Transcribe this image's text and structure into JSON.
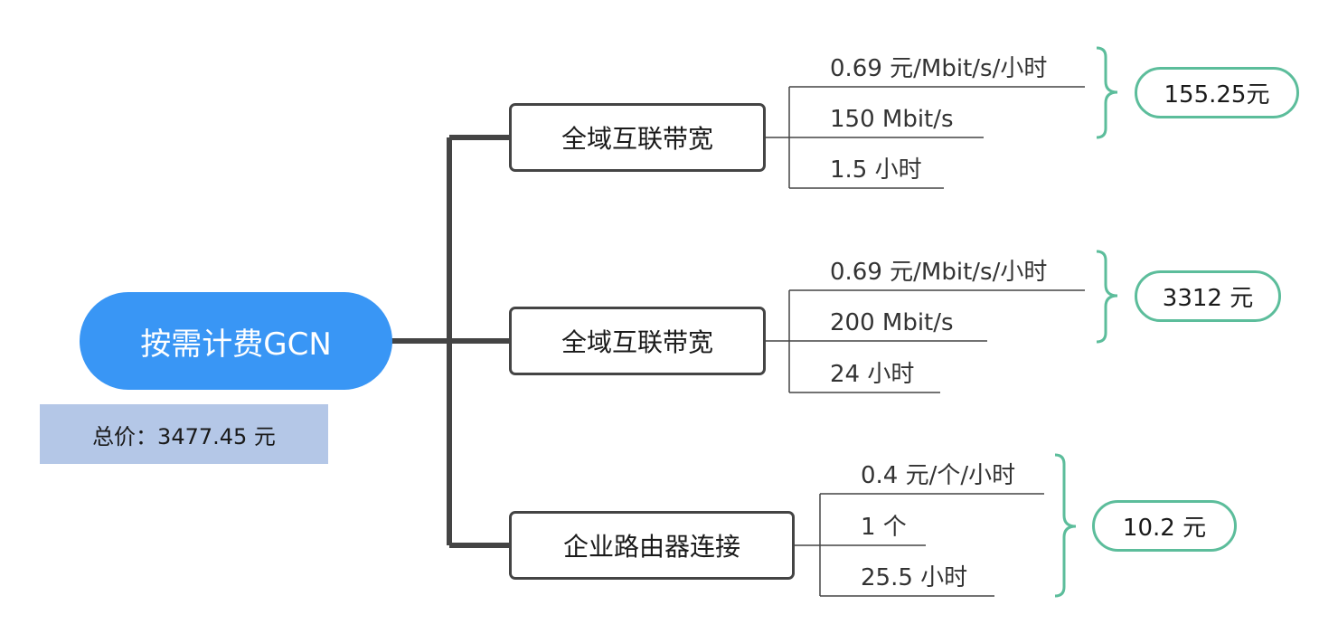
{
  "root": {
    "label": "按需计费GCN"
  },
  "total": {
    "label": "总价：3477.45 元"
  },
  "branches": [
    {
      "label": "全域互联带宽",
      "leaves": [
        "0.69 元/Mbit/s/小时",
        "150 Mbit/s",
        "1.5 小时"
      ],
      "result": "155.25元"
    },
    {
      "label": "全域互联带宽",
      "leaves": [
        "0.69 元/Mbit/s/小时",
        "200 Mbit/s",
        "24 小时"
      ],
      "result": "3312 元"
    },
    {
      "label": "企业路由器连接",
      "leaves": [
        "0.4 元/个/小时",
        "1 个",
        "25.5 小时"
      ],
      "result": "10.2 元"
    }
  ],
  "colors": {
    "root_fill": "#3996f5",
    "total_fill": "#b4c7e7",
    "connector": "#444444",
    "brace": "#5cbd9b"
  }
}
